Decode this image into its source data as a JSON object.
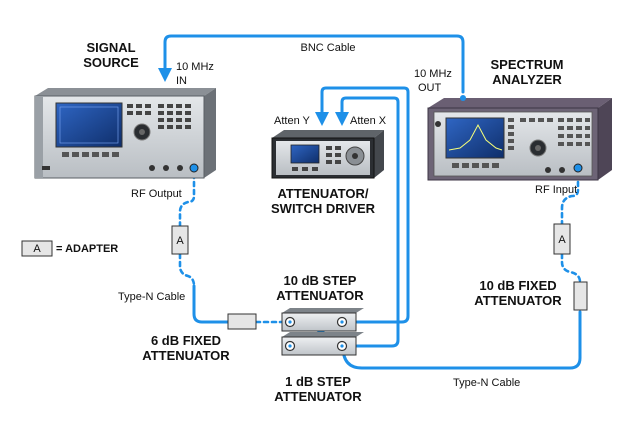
{
  "labels": {
    "signal_source": [
      "SIGNAL",
      "SOURCE"
    ],
    "spectrum_analyzer": [
      "SPECTRUM",
      "ANALYZER"
    ],
    "attenuator_driver": [
      "ATTENUATOR/",
      "SWITCH DRIVER"
    ],
    "step10": [
      "10 dB STEP",
      "ATTENUATOR"
    ],
    "step1": [
      "1 dB STEP",
      "ATTENUATOR"
    ],
    "fixed6": [
      "6 dB FIXED",
      "ATTENUATOR"
    ],
    "fixed10": [
      "10 dB FIXED",
      "ATTENUATOR"
    ],
    "bnc_cable": "BNC Cable",
    "ref_in": [
      "10 MHz",
      "IN"
    ],
    "ref_out": [
      "10 MHz",
      "OUT"
    ],
    "atten_y": "Atten Y",
    "atten_x": "Atten X",
    "rf_output": "RF Output",
    "rf_input": "RF Input",
    "type_n_left": "Type-N Cable",
    "type_n_bottom": "Type-N Cable",
    "adapter_letter": "A",
    "adapter_legend": "= ADAPTER"
  },
  "colors": {
    "cable": "#1e90e8",
    "arrow": "#1e90e8",
    "instrument_front": "#cfd3d6",
    "instrument_dark": "#1a1a1a",
    "screen": "#1a4aa0"
  }
}
